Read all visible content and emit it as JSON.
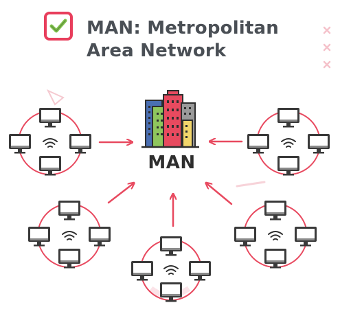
{
  "header": {
    "title_line1": "MAN: Metropolitan",
    "title_line2": "Area Network",
    "check_color": "#e83e5c",
    "icon": "checkmark-icon"
  },
  "center": {
    "label": "MAN",
    "icon": "city-buildings-icon"
  },
  "networks": [
    {
      "name": "lan-top-left",
      "icon": "monitor-icon",
      "hub_icon": "wifi-icon"
    },
    {
      "name": "lan-top-right",
      "icon": "monitor-icon",
      "hub_icon": "wifi-icon"
    },
    {
      "name": "lan-bottom-left",
      "icon": "monitor-icon",
      "hub_icon": "wifi-icon"
    },
    {
      "name": "lan-bottom-center",
      "icon": "monitor-icon",
      "hub_icon": "wifi-icon"
    },
    {
      "name": "lan-bottom-right",
      "icon": "monitor-icon",
      "hub_icon": "wifi-icon"
    }
  ],
  "colors": {
    "accent": "#e8495f",
    "ring": "#e8495f",
    "monitor_dark": "#3a3a3a",
    "screen": "#ffffff",
    "building_blue": "#4a6fb3",
    "building_red": "#e84a5f",
    "building_green": "#8fc65d",
    "building_yellow": "#f2d66b",
    "building_gray": "#9a9a9a"
  }
}
